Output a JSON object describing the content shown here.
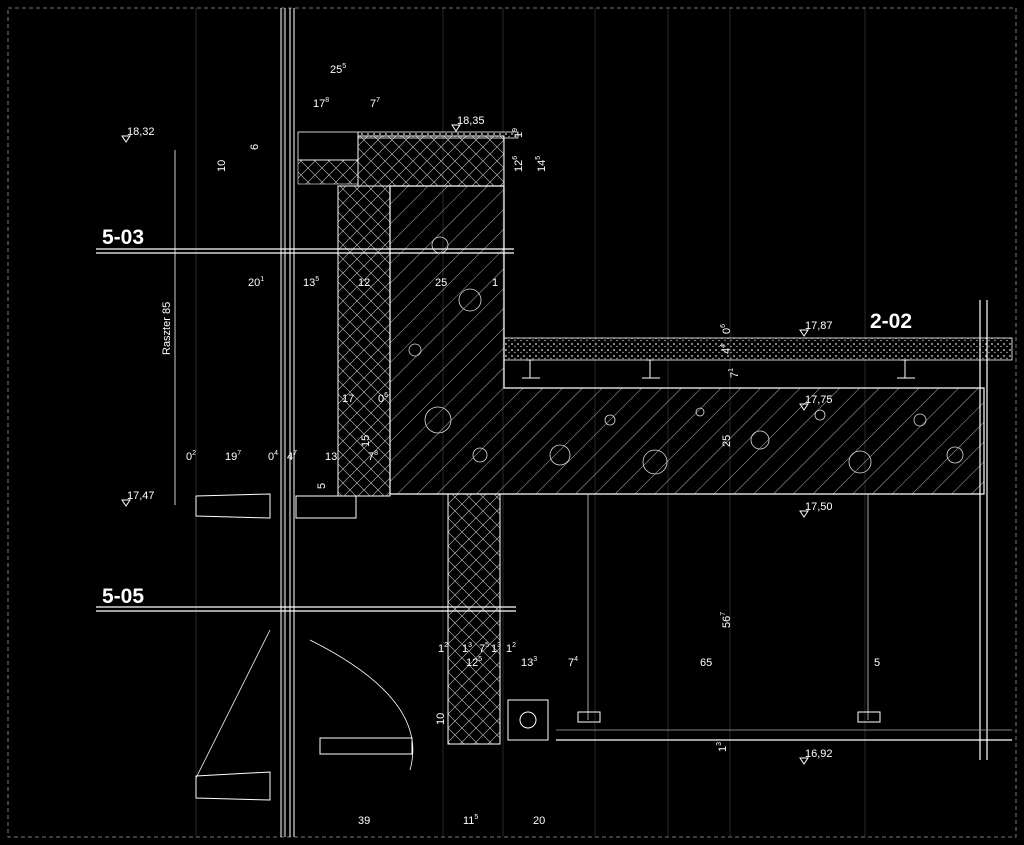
{
  "section_marks": {
    "left_top": "5-03",
    "left_bottom": "5-05",
    "right": "2-02"
  },
  "levels": [
    {
      "id": "lvl-1832",
      "text": "18,32"
    },
    {
      "id": "lvl-1835",
      "text": "18,35"
    },
    {
      "id": "lvl-1787",
      "text": "17,87"
    },
    {
      "id": "lvl-1775",
      "text": "17,75"
    },
    {
      "id": "lvl-1747",
      "text": "17,47"
    },
    {
      "id": "lvl-1750",
      "text": "17,50"
    },
    {
      "id": "lvl-1692",
      "text": "16,92"
    }
  ],
  "grid_label": "Raszter 85",
  "dimensions": [
    {
      "base": "25",
      "sup": "5"
    },
    {
      "base": "17",
      "sup": "8"
    },
    {
      "base": "7",
      "sup": "7"
    },
    {
      "base": "6",
      "sup": ""
    },
    {
      "base": "10",
      "sup": ""
    },
    {
      "base": "1",
      "sup": "9"
    },
    {
      "base": "12",
      "sup": "6"
    },
    {
      "base": "14",
      "sup": "5"
    },
    {
      "base": "20",
      "sup": "1"
    },
    {
      "base": "13",
      "sup": "5"
    },
    {
      "base": "12",
      "sup": ""
    },
    {
      "base": "25",
      "sup": ""
    },
    {
      "base": "1",
      "sup": ""
    },
    {
      "base": "0",
      "sup": "6"
    },
    {
      "base": "4",
      "sup": "4"
    },
    {
      "base": "7",
      "sup": "1"
    },
    {
      "base": "17",
      "sup": ""
    },
    {
      "base": "0",
      "sup": "6"
    },
    {
      "base": "15",
      "sup": ""
    },
    {
      "base": "0",
      "sup": "2"
    },
    {
      "base": "19",
      "sup": "7"
    },
    {
      "base": "0",
      "sup": "4"
    },
    {
      "base": "4",
      "sup": "7"
    },
    {
      "base": "13",
      "sup": ""
    },
    {
      "base": "7",
      "sup": "8"
    },
    {
      "base": "5",
      "sup": ""
    },
    {
      "base": "25",
      "sup": ""
    },
    {
      "base": "56",
      "sup": "7"
    },
    {
      "base": "1",
      "sup": "2"
    },
    {
      "base": "1",
      "sup": "3"
    },
    {
      "base": "7",
      "sup": "5"
    },
    {
      "base": "1",
      "sup": "3"
    },
    {
      "base": "1",
      "sup": "2"
    },
    {
      "base": "12",
      "sup": "5"
    },
    {
      "base": "13",
      "sup": "3"
    },
    {
      "base": "7",
      "sup": "4"
    },
    {
      "base": "65",
      "sup": ""
    },
    {
      "base": "5",
      "sup": ""
    },
    {
      "base": "10",
      "sup": ""
    },
    {
      "base": "1",
      "sup": "3"
    },
    {
      "base": "39",
      "sup": ""
    },
    {
      "base": "11",
      "sup": "5"
    },
    {
      "base": "20",
      "sup": ""
    }
  ]
}
